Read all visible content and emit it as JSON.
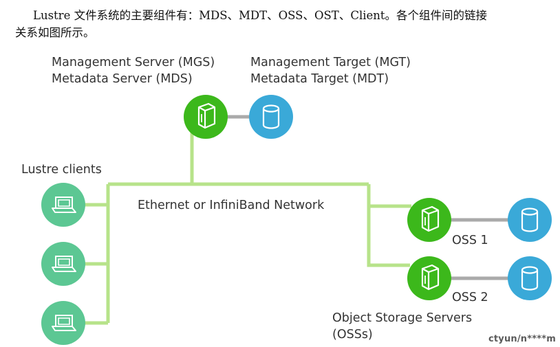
{
  "intro": {
    "line1": "Lustre 文件系统的主要组件有：MDS、MDT、OSS、OST、Client。各个组件间的链接",
    "line2": "关系如图所示。"
  },
  "diagram": {
    "mgs_label": "Management Server (MGS)",
    "mds_label": "Metadata Server (MDS)",
    "mgt_label": "Management Target (MGT)",
    "mdt_label": "Metadata Target (MDT)",
    "clients_label": "Lustre clients",
    "network_label": "Ethernet or InfiniBand Network",
    "oss1_label": "OSS 1",
    "oss2_label": "OSS 2",
    "oss_group_line1": "Object Storage Servers",
    "oss_group_line2": "(OSSs)"
  },
  "colors": {
    "network_line": "#b7e38a",
    "server_green": "#3cb81b",
    "client_green": "#5cc793",
    "storage_blue": "#3aa9d8",
    "link_gray": "#aaaaaa"
  },
  "icons": {
    "server": "server-icon",
    "storage": "storage-icon",
    "client": "laptop-icon"
  },
  "watermark": "ctyun/n****m"
}
